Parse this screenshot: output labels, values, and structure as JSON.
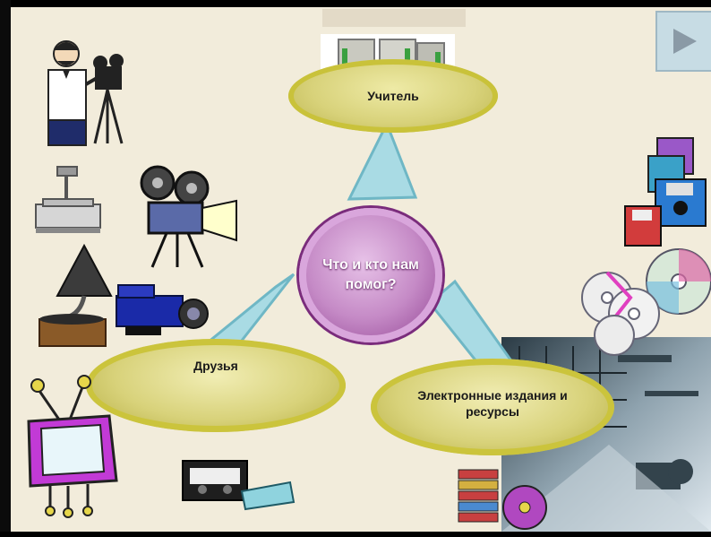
{
  "nodes": {
    "center": "Что и кто нам помог?",
    "teacher": "Учитель",
    "friends": "Друзья",
    "electronic": "Электронные издания и ресурсы"
  },
  "colors": {
    "background": "#f2ecdb",
    "oval_fill": "#d8d27a",
    "oval_ring": "#c9c23a",
    "center_fill": "#c58ac6",
    "center_ring": "#e0b6e2",
    "connector": "#a9dbe4"
  },
  "icons": {
    "next": "play-triangle-icon",
    "cameraman": "cameraman-icon",
    "projector": "overhead-projector-icon",
    "film_camera": "film-camera-icon",
    "gramophone": "gramophone-icon",
    "camcorder": "camcorder-icon",
    "tv": "tv-character-icon",
    "cassette": "cassette-icon",
    "floppies": "floppy-disks-icon",
    "cds": "cd-discs-icon",
    "books": "books-icon",
    "hall": "computer-hall-image"
  }
}
